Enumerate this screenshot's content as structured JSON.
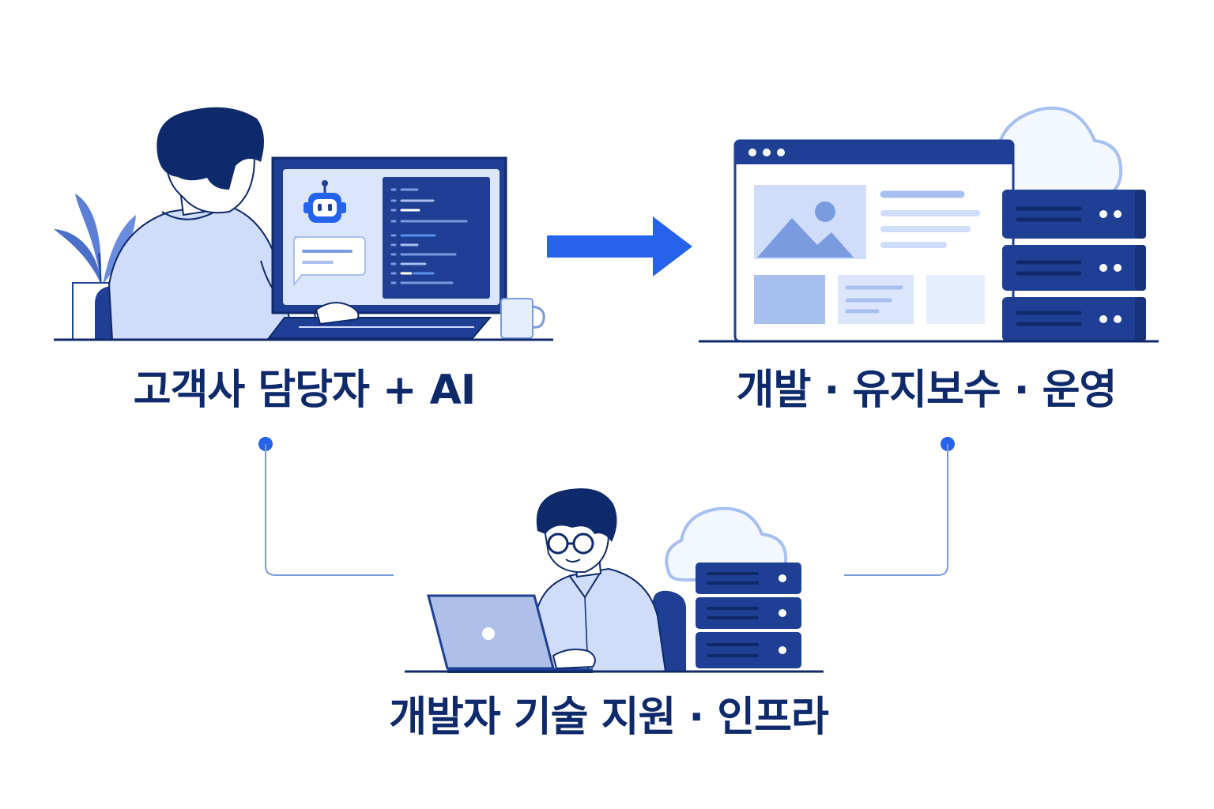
{
  "labels": {
    "customer_ai": "고객사 담당자 + AI",
    "dev_maintenance_ops": "개발 · 유지보수 · 운영",
    "dev_support_infra": "개발자 기술 지원 · 인프라"
  },
  "colors": {
    "navy": "#0f2a6b",
    "dark_blue": "#1e3f94",
    "blue": "#2563eb",
    "light_blue": "#cfdcfa",
    "pale_blue": "#e6edfc",
    "connector": "#7a9be0"
  }
}
